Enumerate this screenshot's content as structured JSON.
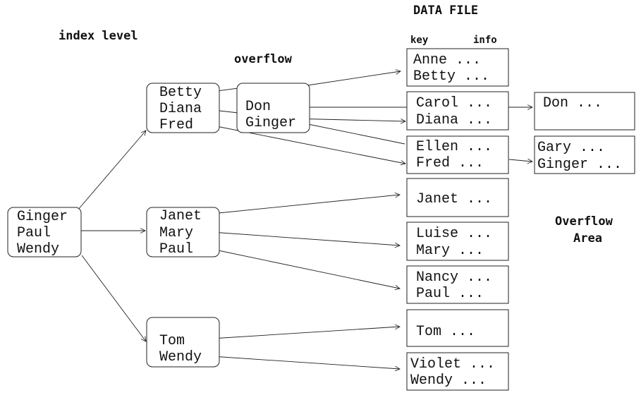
{
  "labels": {
    "data_file": "DATA FILE",
    "index_level": "index level",
    "overflow": "overflow",
    "key": "key",
    "info": "info",
    "overflow_area_line1": "Overflow",
    "overflow_area_line2": "Area"
  },
  "index_nodes": {
    "root": [
      "Ginger",
      "Paul",
      "Wendy"
    ],
    "node1": [
      "Betty",
      "Diana",
      "Fred"
    ],
    "node2": [
      "Janet",
      "Mary",
      "Paul"
    ],
    "node3": [
      "Tom",
      "Wendy"
    ],
    "overflow_node": [
      "Don",
      "Ginger"
    ]
  },
  "data_blocks": [
    [
      "Anne ...",
      "Betty ..."
    ],
    [
      "Carol ...",
      "Diana ..."
    ],
    [
      "Ellen ...",
      "Fred ..."
    ],
    [
      "Janet ..."
    ],
    [
      "Luise ...",
      "Mary ..."
    ],
    [
      "Nancy ...",
      "Paul ..."
    ],
    [
      "Tom ..."
    ],
    [
      "Violet ...",
      "Wendy ..."
    ]
  ],
  "overflow_blocks": [
    [
      "Don ..."
    ],
    [
      "Gary ...",
      "Ginger ..."
    ]
  ]
}
